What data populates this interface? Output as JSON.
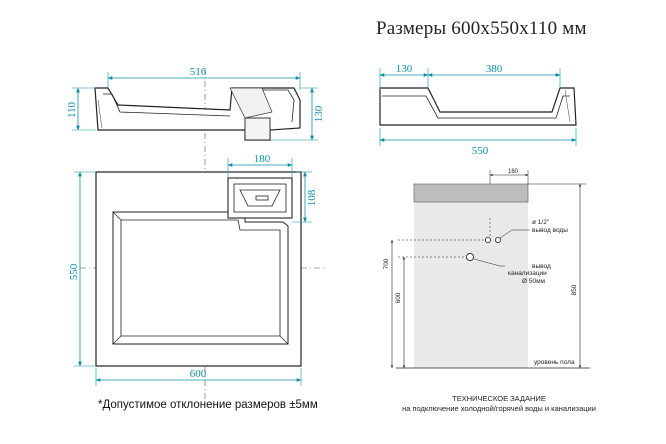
{
  "title": "Размеры 600х550х110 мм",
  "footnote": "*Допустимое отклонение размеров ±5мм",
  "tech_note": {
    "line1": "ТЕХНИЧЕСКОЕ ЗАДАНИЕ",
    "line2": "на подключение холодной/горячей воды и канализации"
  },
  "dimensions": {
    "front_width": "516",
    "front_height_left": "110",
    "front_height_right": "130",
    "side_left": "130",
    "side_right": "380",
    "side_total": "550",
    "top_faucet_width": "180",
    "top_faucet_depth": "108",
    "top_depth": "550",
    "top_width": "600"
  },
  "install": {
    "top_offset": "160",
    "water_label_1": "ø 1/2\"",
    "water_label_2": "вывод воды",
    "drain_label_1": "вывод",
    "drain_label_2": "канализации",
    "drain_label_3": "Ø 50мм",
    "h700": "700",
    "h600": "600",
    "h850": "850",
    "floor": "уровень пола"
  },
  "colors": {
    "dimension": "#0e8fa5",
    "outline": "#222222",
    "wall": "#e9e9e9"
  }
}
